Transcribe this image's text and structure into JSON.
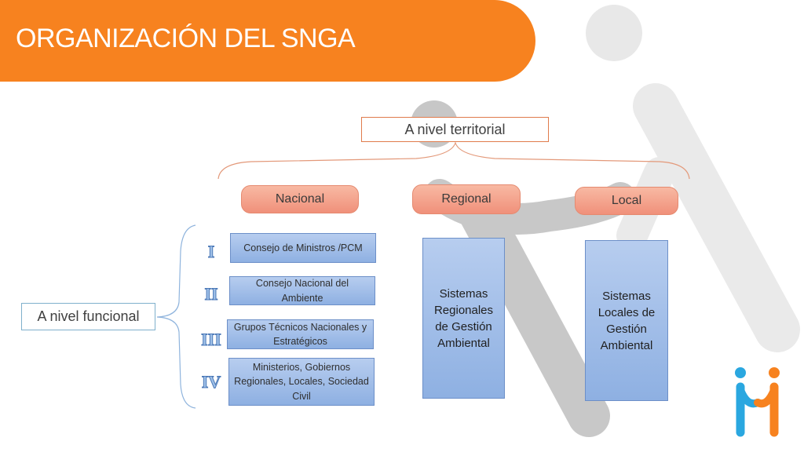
{
  "header": {
    "title": "ORGANIZACIÓN DEL SNGA"
  },
  "diagram": {
    "territorial": "A nivel territorial",
    "funcional": "A nivel funcional",
    "levels": {
      "nacional": "Nacional",
      "regional": "Regional",
      "local": "Local"
    },
    "roman_numerals": [
      "I",
      "II",
      "III",
      "IV"
    ],
    "nacional_items": [
      "Consejo de Ministros /PCM",
      "Consejo Nacional del Ambiente",
      "Grupos Técnicos Nacionales y Estratégicos",
      "Ministerios, Gobiernos Regionales, Locales, Sociedad Civil"
    ],
    "regional_box": "Sistemas Regionales de Gestión Ambiental",
    "local_box": "Sistemas Locales de Gestión Ambiental"
  },
  "colors": {
    "banner": "#f7821f",
    "pill": "#f4a48b",
    "box_blue": "#a8c2eb",
    "bracket": "#e3997a",
    "bracket_blue": "#8fb4dd",
    "bg_art": "#e6e6e6",
    "logo_blue": "#2aa7e0",
    "logo_orange": "#f7821f"
  }
}
